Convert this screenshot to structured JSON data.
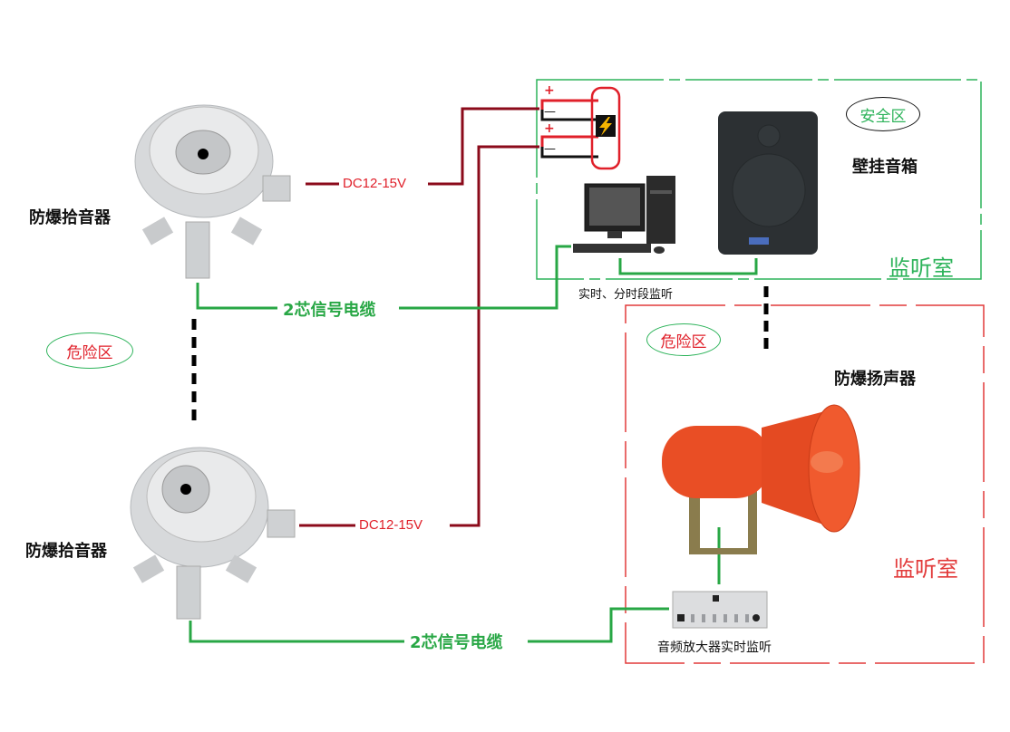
{
  "zones": {
    "monitor_room_safe": {
      "zone_badge": "安全区",
      "room_label": "监听室",
      "frame_color": "#2db35a"
    },
    "monitor_room_hazard": {
      "zone_badge": "危险区",
      "room_label": "监听室",
      "frame_color": "#e23a3a"
    },
    "field_zone_badge": "危险区"
  },
  "devices": {
    "pickup_top": {
      "name": "防爆拾音器"
    },
    "pickup_bottom": {
      "name": "防爆拾音器"
    },
    "wall_speaker": {
      "name": "壁挂音箱"
    },
    "computer": {
      "caption": "实时、分时段监听"
    },
    "horn_speaker": {
      "name": "防爆扬声器"
    },
    "amplifier": {
      "caption": "音频放大器实时监听"
    },
    "power_supply": {
      "plus": "+",
      "minus": "—",
      "icon": "lightning-icon"
    }
  },
  "connections": {
    "power_top": {
      "label": "DC12-15V",
      "color": "#8b0a1a"
    },
    "power_bottom": {
      "label": "DC12-15V",
      "color": "#8b0a1a"
    },
    "signal_top": {
      "label": "2芯信号电缆",
      "color": "#28a745"
    },
    "signal_bottom": {
      "label": "2芯信号电缆",
      "color": "#28a745"
    }
  }
}
